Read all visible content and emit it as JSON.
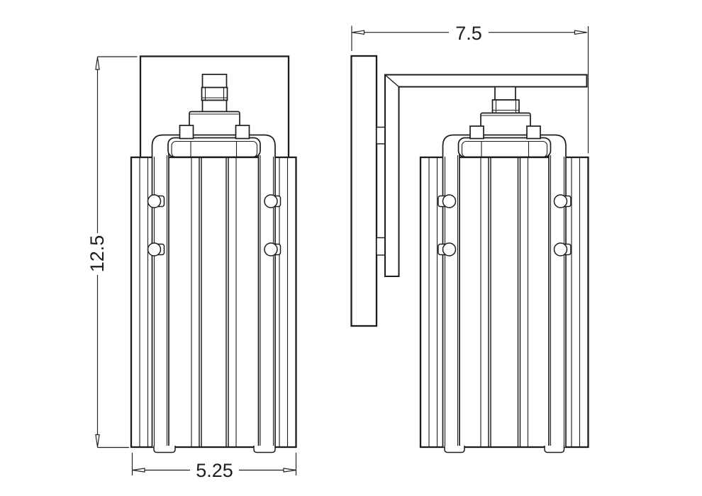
{
  "drawing": {
    "type": "technical-line-drawing",
    "subject": "wall sconce light fixture, front and side orthographic views",
    "colors": {
      "line": "#1d1d1d",
      "background": "#ffffff"
    },
    "dimensions": {
      "height": {
        "label": "12.5"
      },
      "width": {
        "label": "5.25"
      },
      "depth": {
        "label": "7.5"
      }
    }
  }
}
